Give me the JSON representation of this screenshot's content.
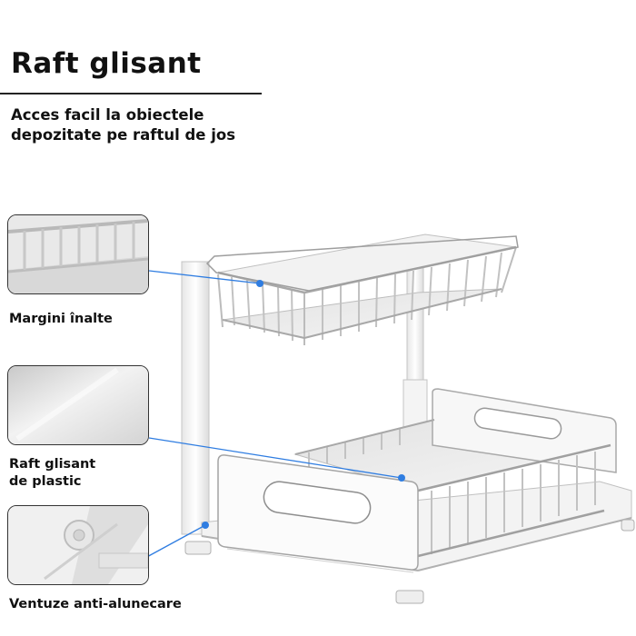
{
  "header": {
    "title": "Raft glisant",
    "subtitle_lines": [
      "Acces facil la obiectele",
      "depozitate pe raftul de jos"
    ]
  },
  "features": [
    {
      "label_lines": [
        "Margini înalte"
      ]
    },
    {
      "label_lines": [
        "Raft glisant",
        "de plastic"
      ]
    },
    {
      "label_lines": [
        "Ventuze anti-alunecare"
      ]
    }
  ],
  "colors": {
    "accent": "#2f7de1",
    "frame": "#ffffff",
    "outline": "#b5b5b5",
    "text": "#111111"
  }
}
